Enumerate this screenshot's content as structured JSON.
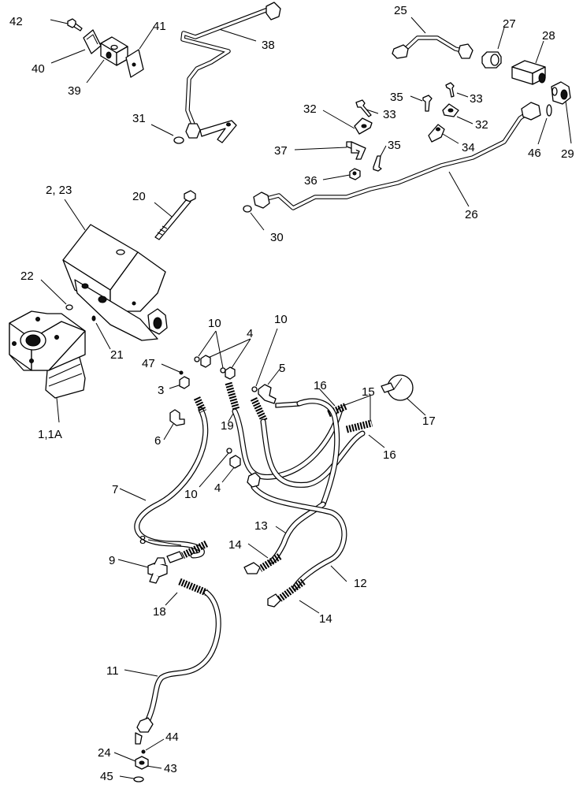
{
  "callouts": {
    "c42": "42",
    "c40": "40",
    "c39": "39",
    "c41": "41",
    "c38": "38",
    "c31": "31",
    "c25": "25",
    "c27": "27",
    "c28": "28",
    "c35a": "35",
    "c33a": "33",
    "c33b": "33",
    "c32a": "32",
    "c32b": "32",
    "c34": "34",
    "c29": "29",
    "c46": "46",
    "c37": "37",
    "c35b": "35",
    "c36": "36",
    "c26": "26",
    "c30": "30",
    "c2_23": "2, 23",
    "c20": "20",
    "c22": "22",
    "c21": "21",
    "c1_1a": "1,1A",
    "c10a": "10",
    "c10b": "10",
    "c10c": "10",
    "c4a": "4",
    "c4b": "4",
    "c47": "47",
    "c3": "3",
    "c5": "5",
    "c16a": "16",
    "c16b": "16",
    "c15": "15",
    "c17": "17",
    "c19": "19",
    "c6": "6",
    "c7": "7",
    "c8": "8",
    "c9": "9",
    "c13": "13",
    "c14a": "14",
    "c14b": "14",
    "c12": "12",
    "c18": "18",
    "c11": "11",
    "c44": "44",
    "c24": "24",
    "c43": "43",
    "c45": "45"
  }
}
